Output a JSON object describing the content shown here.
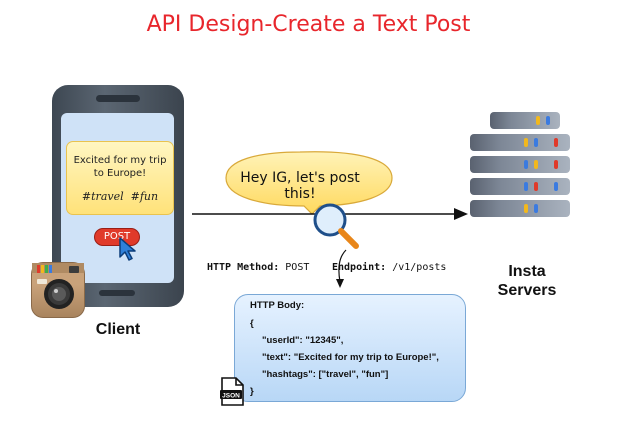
{
  "title": "API Design-Create a Text Post",
  "client": {
    "label": "Client",
    "post_text": "Excited for my trip\nto Europe!",
    "post_tags": "#travel  #fun",
    "post_button": "POST"
  },
  "bubble": {
    "text": "Hey IG, let's post this!"
  },
  "request": {
    "method_label": "HTTP Method:",
    "method_value": "POST",
    "endpoint_label": "Endpoint:",
    "endpoint_value": "/v1/posts"
  },
  "body": {
    "heading": "HTTP Body:",
    "lines": [
      "{",
      "\"userId\": \"12345\",",
      "\"text\": \"Excited for my trip to Europe!\",",
      "\"hashtags\": [\"travel\", \"fun\"]",
      "}"
    ],
    "badge": "JSON"
  },
  "servers": {
    "label_line1": "Insta",
    "label_line2": "Servers"
  },
  "colors": {
    "title": "#e8262c",
    "bubble": "#ffe27a",
    "body_box": "#cfe4fa",
    "led_blue": "#3b7be0",
    "led_yellow": "#f2b81d",
    "led_red": "#e03a2a"
  }
}
